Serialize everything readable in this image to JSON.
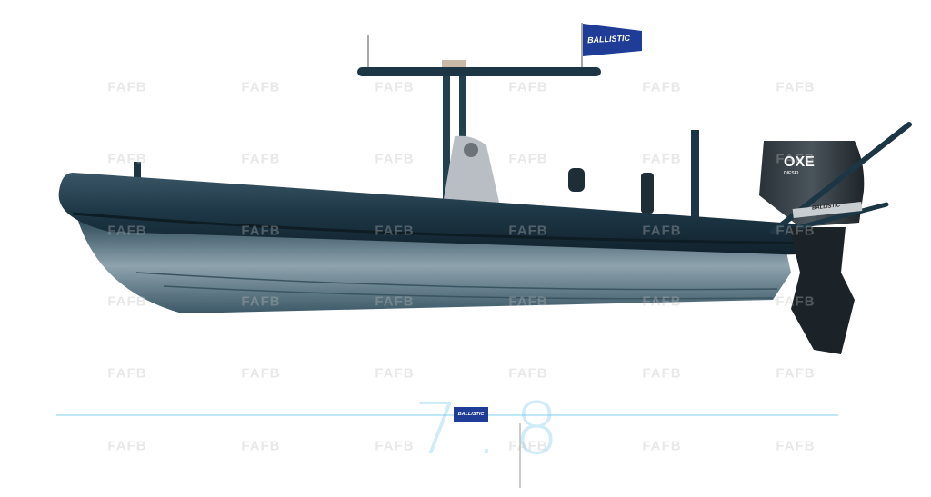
{
  "watermark": "FAFB",
  "flag": {
    "text": "BALLISTIC"
  },
  "engine": {
    "brand": "OXE",
    "type": "DIESEL",
    "decal": "BALLISTIC"
  },
  "dimension": {
    "length_label": "7.8"
  },
  "logo": {
    "text": "BALLISTIC"
  },
  "colors": {
    "hull": "#1f3a4a",
    "tube": "#1d3645",
    "flag": "#1f3d96",
    "dimension_line": "#7fd0ee"
  }
}
